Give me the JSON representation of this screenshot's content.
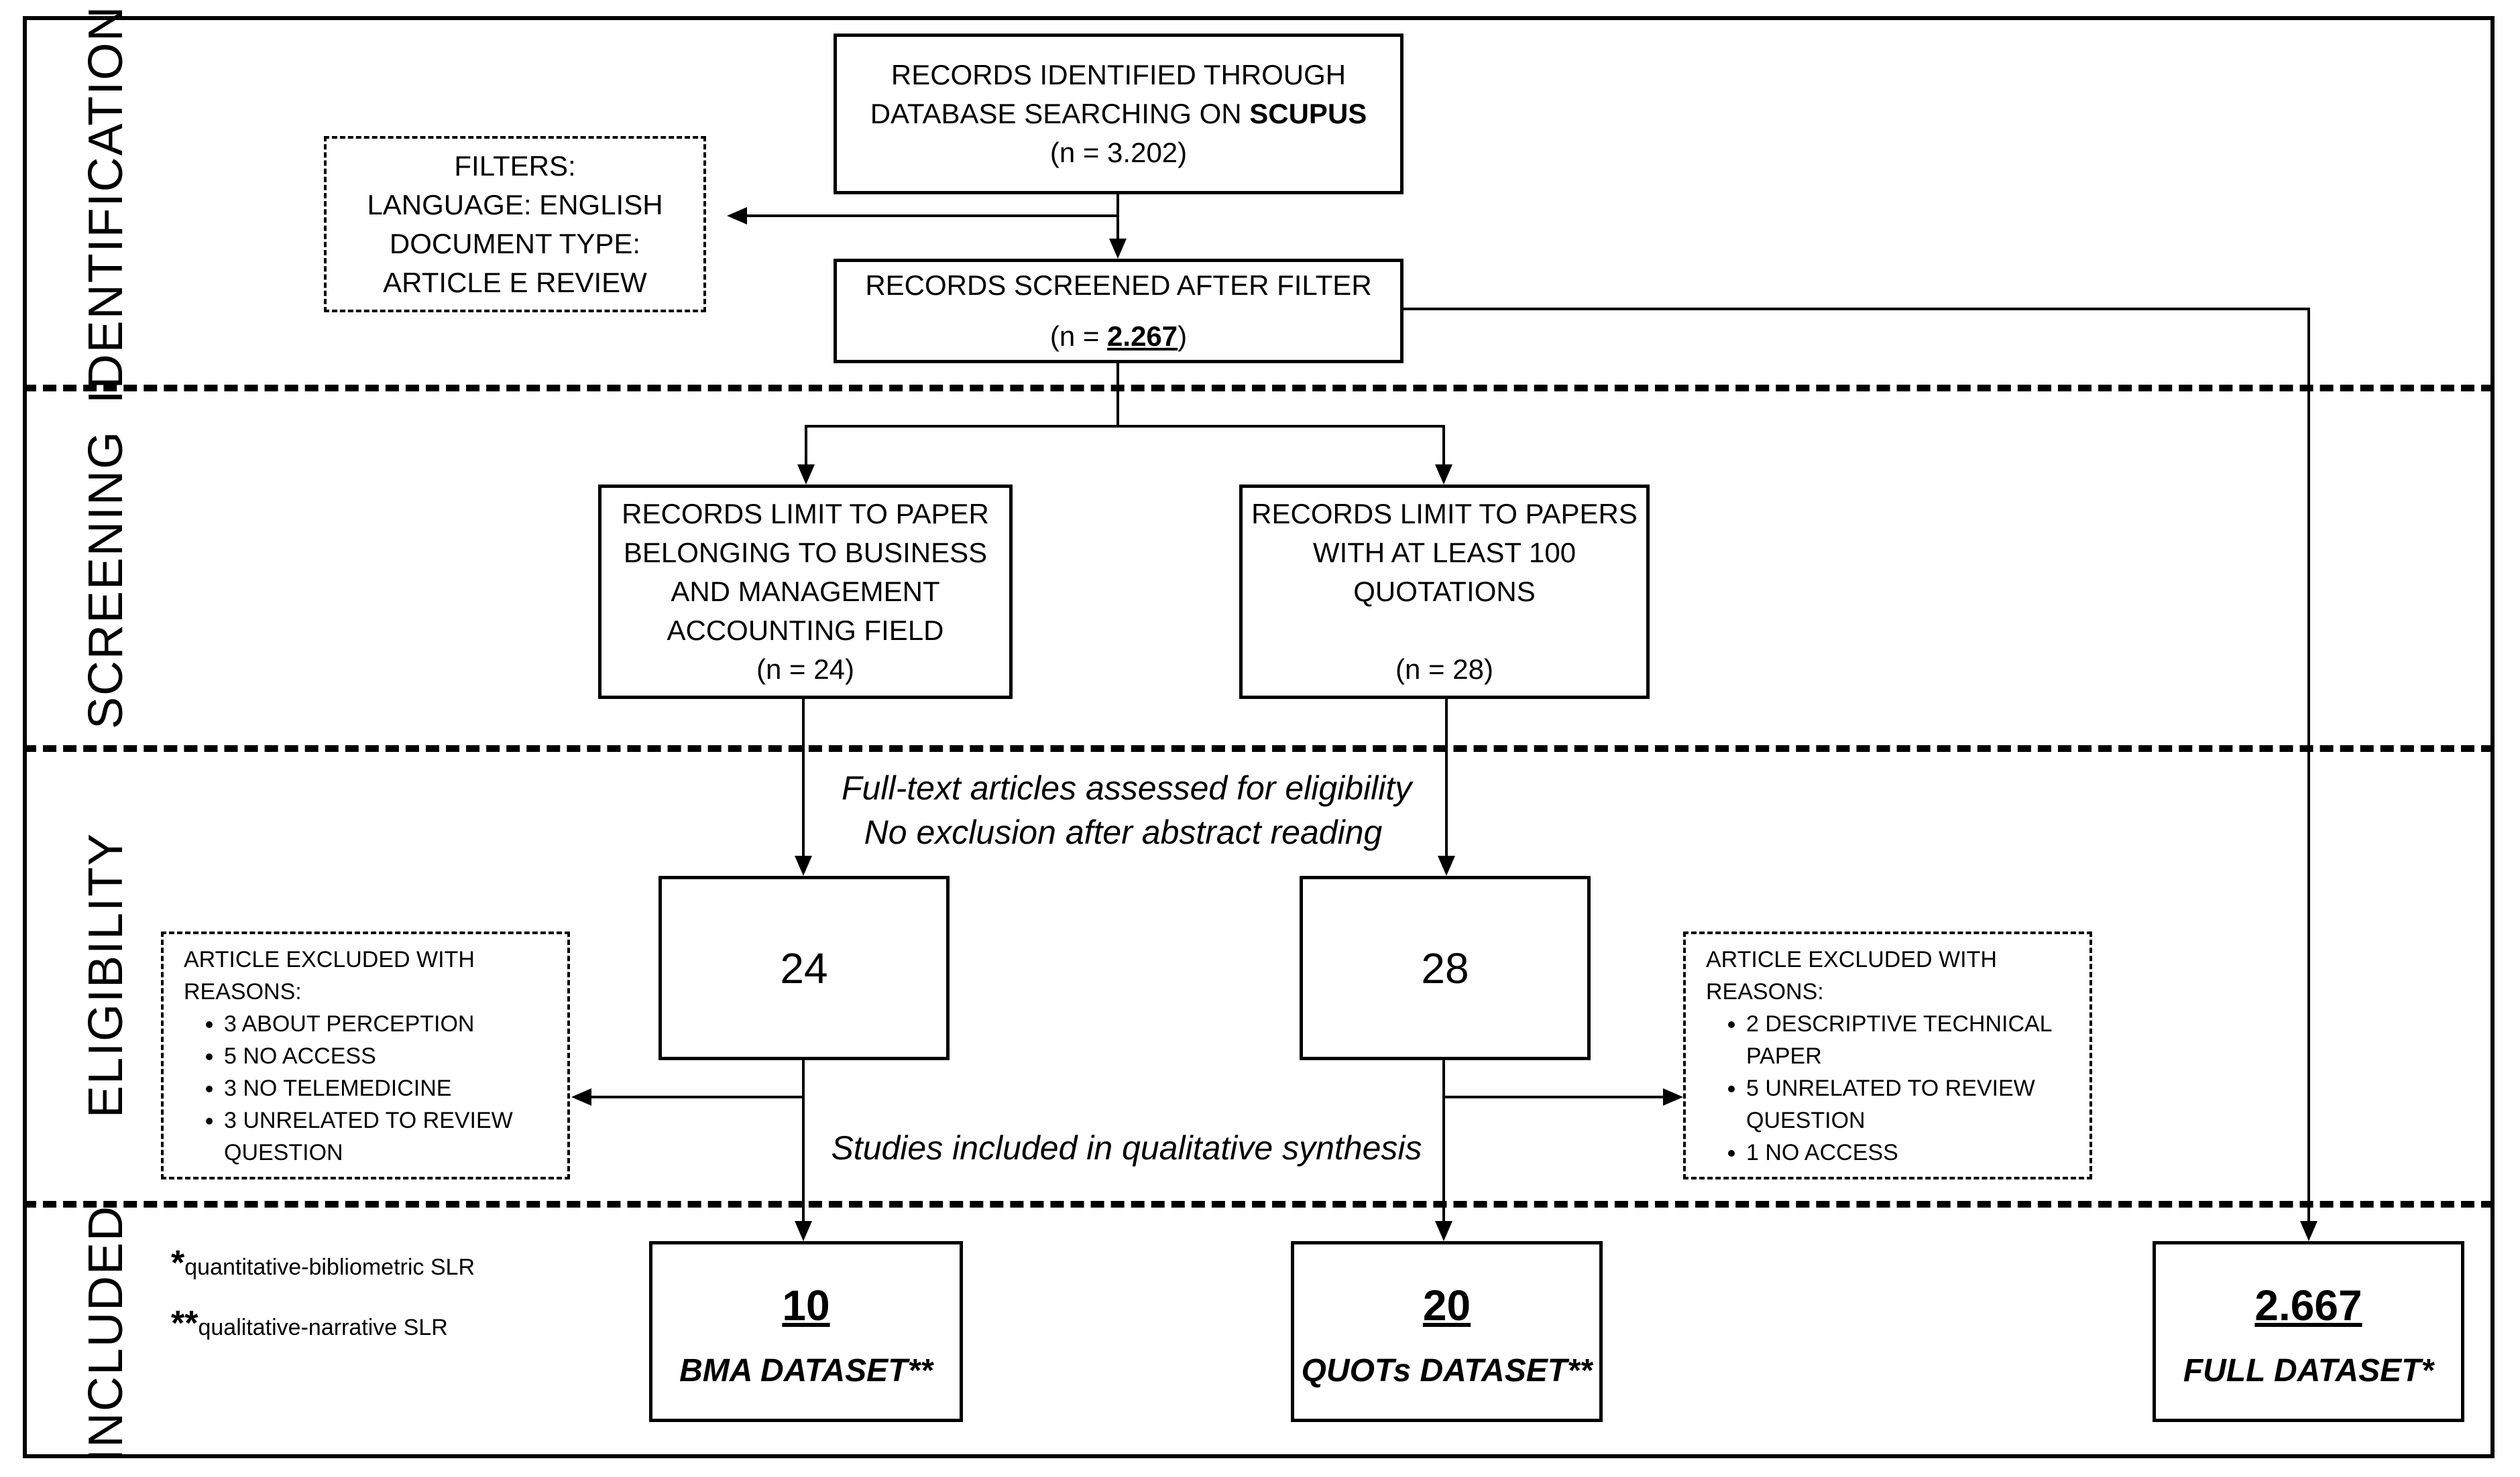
{
  "stages": {
    "identification": "IDENTIFICATION",
    "screening": "SCREENING",
    "eligibility": "ELIGIBILITY",
    "included": "INCLUDED"
  },
  "records_identified": {
    "line1": "RECORDS IDENTIFIED THROUGH",
    "line2_prefix": "DATABASE SEARCHING ON ",
    "line2_bold": "SCUPUS",
    "count": "(n = 3.202)"
  },
  "filters": {
    "line1": "FILTERS:",
    "line2": "LANGUAGE: ENGLISH",
    "line3": "DOCUMENT TYPE:",
    "line4": "ARTICLE E REVIEW"
  },
  "records_screened": {
    "label": "RECORDS SCREENED AFTER FILTER",
    "count_prefix": "(n = ",
    "count_value": "2.267",
    "count_suffix": ")"
  },
  "screen_business": {
    "line1": "RECORDS LIMIT TO PAPER",
    "line2": "BELONGING TO BUSINESS",
    "line3": "AND MANAGEMENT",
    "line4": "ACCOUNTING FIELD",
    "count": "(n = 24)"
  },
  "screen_quotations": {
    "line1": "RECORDS LIMIT TO PAPERS",
    "line2": "WITH AT LEAST 100",
    "line3": "QUOTATIONS",
    "count": "(n = 28)"
  },
  "eligibility_note": {
    "line1": "Full-text articles assessed for eligibility",
    "line2": "No exclusion after abstract reading"
  },
  "eligibility_counts": {
    "left": "24",
    "right": "28"
  },
  "exclusions_left": {
    "title1": "ARTICLE EXCLUDED WITH",
    "title2": "REASONS:",
    "items": [
      "3 ABOUT PERCEPTION",
      "5 NO ACCESS",
      "3 NO TELEMEDICINE",
      "3 UNRELATED TO REVIEW QUESTION"
    ]
  },
  "exclusions_right": {
    "title1": "ARTICLE EXCLUDED WITH",
    "title2": "REASONS:",
    "items": [
      "2 DESCRIPTIVE TECHNICAL PAPER",
      "5 UNRELATED TO REVIEW QUESTION",
      "1 NO ACCESS"
    ]
  },
  "synthesis_note": "Studies included in qualitative synthesis",
  "legend": {
    "single_star": "*",
    "single_text": "quantitative-bibliometric SLR",
    "double_star": "**",
    "double_text": "qualitative-narrative SLR"
  },
  "datasets": {
    "bma": {
      "value": "10",
      "label": "BMA DATASET**"
    },
    "quots": {
      "value": "20",
      "label": "QUOTs DATASET**"
    },
    "full": {
      "value": "2.667",
      "label": "FULL DATASET*"
    }
  }
}
